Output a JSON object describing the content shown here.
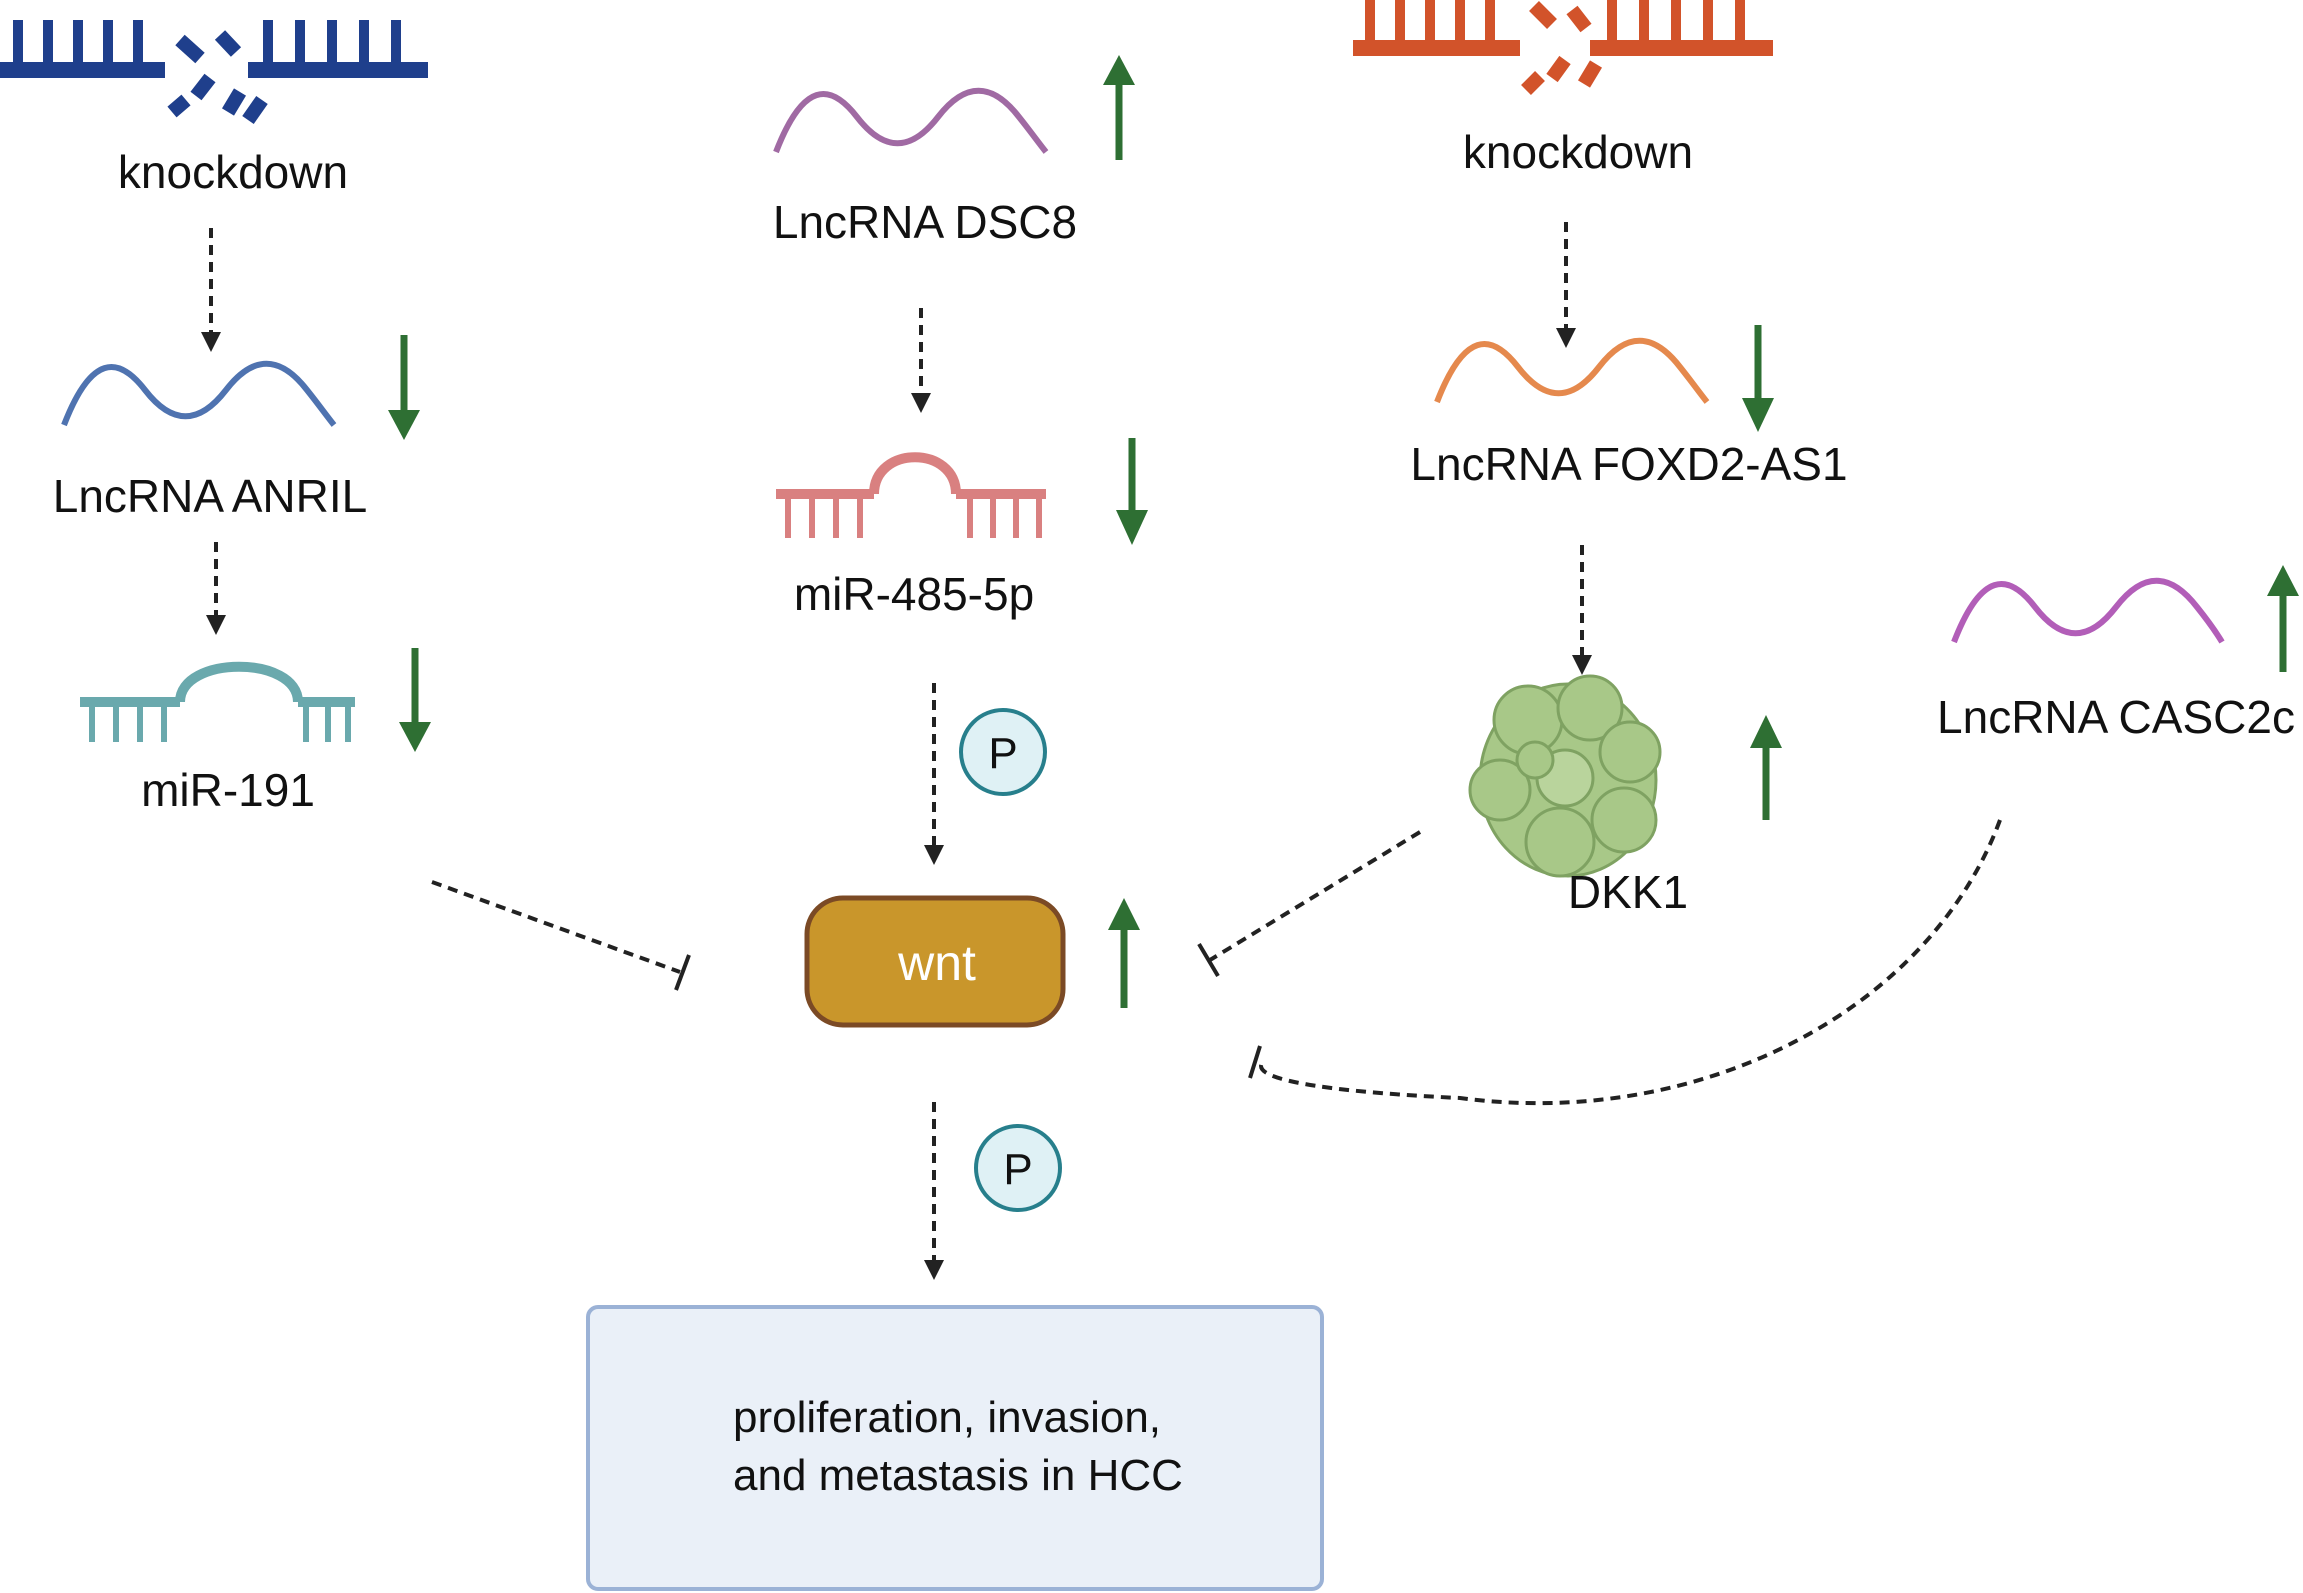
{
  "labels": {
    "knockdown_left": "knockdown",
    "anril": "LncRNA ANRIL",
    "mir191": "miR-191",
    "dsc8": "LncRNA DSC8",
    "mir485": "miR-485-5p",
    "p_top": "P",
    "wnt": "wnt",
    "p_bottom": "P",
    "outcome_line1": "proliferation, invasion,",
    "outcome_line2": "and metastasis in HCC",
    "knockdown_right": "knockdown",
    "foxd2": "LncRNA FOXD2-AS1",
    "dkk1": "DKK1",
    "casc2c": "LncRNA CASC2c"
  },
  "regulation": {
    "anril": "down",
    "mir191": "down",
    "dsc8": "up",
    "mir485": "down",
    "wnt": "up",
    "foxd2": "down",
    "dkk1": "up",
    "casc2c": "up"
  },
  "colors": {
    "knockdown_left": "#1f3f8c",
    "knockdown_right": "#d2532a",
    "anril_wave": "#4f73b0",
    "dsc8_wave": "#a06aa3",
    "foxd2_wave": "#e5894d",
    "casc2c_wave": "#b25eb8",
    "mir191": "#6aa9ad",
    "mir485": "#d98080",
    "arrow_green": "#2e6f33",
    "wnt_fill": "#c9962b",
    "wnt_stroke": "#7b4a25",
    "p_fill": "#dff1f5",
    "p_stroke": "#277f8c",
    "box_fill": "#eaf0f8",
    "box_stroke": "#9bb2d6",
    "dkk1_fill": "#a8c888",
    "dashed": "#222222"
  }
}
